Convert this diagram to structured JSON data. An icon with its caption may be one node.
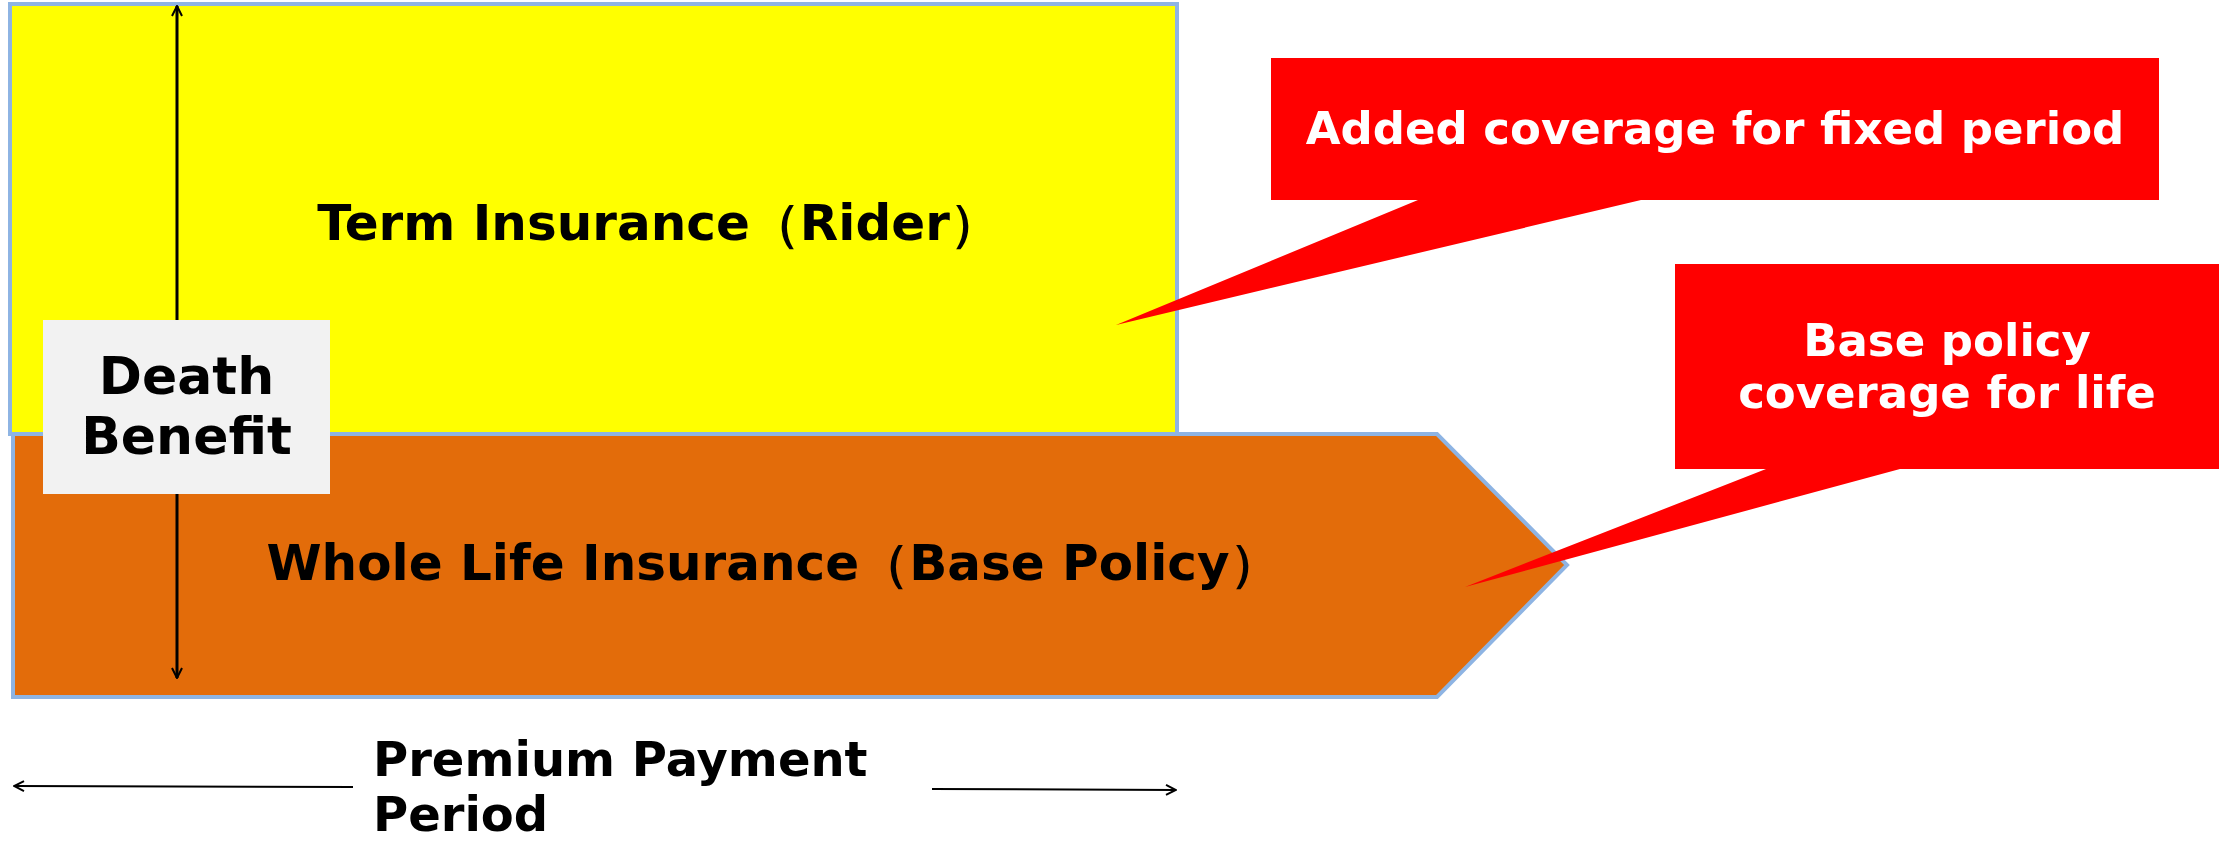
{
  "diagram": {
    "nodes": [
      {
        "text": [
          "Term Insurance（Rider）"
        ]
      },
      {
        "text": [
          "Whole Life Insurance（Base Policy）"
        ]
      },
      {
        "text": [
          "Death Benefit"
        ]
      },
      {
        "text": [
          "Added coverage for fixed period"
        ]
      },
      {
        "text": [
          "Base policy coverage for life"
        ]
      }
    ],
    "edges": [
      {
        "from": 2,
        "to": 0,
        "arrow": "to"
      },
      {
        "from": 2,
        "to": 1,
        "arrow": "to"
      }
    ],
    "labels": [
      "Premium Payment Period"
    ]
  }
}
